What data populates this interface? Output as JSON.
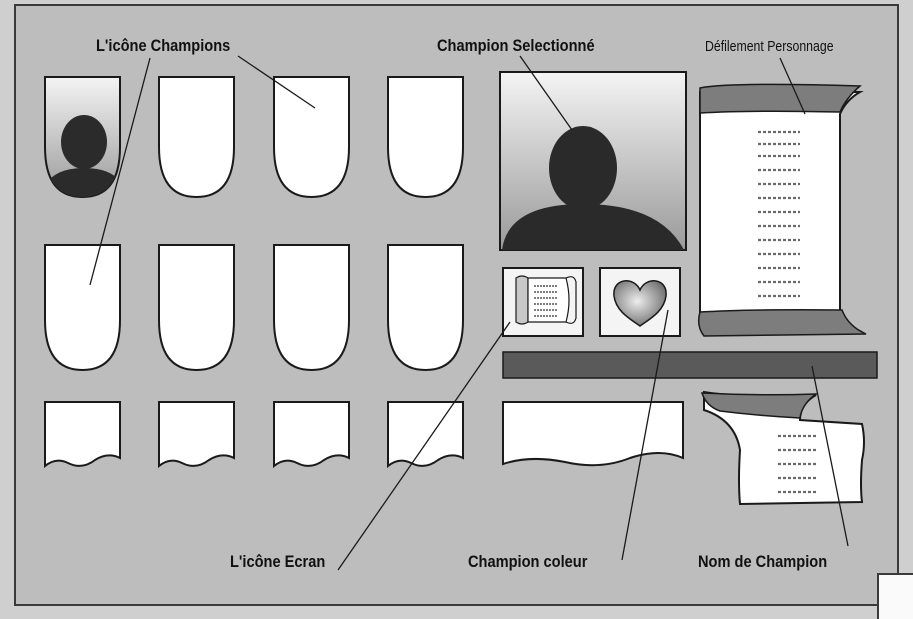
{
  "labels": {
    "icone_champions": "L'icône Champions",
    "champion_selectionne": "Champion Selectionné",
    "defilement_personnage": "Défilement Personnage",
    "icone_ecran": "L'icône Ecran",
    "champion_couleur": "Champion coleur",
    "nom_de_champion": "Nom de Champion"
  },
  "colors": {
    "background": "#bdbdbd",
    "panel_fill": "#ffffff",
    "outline": "#1a1a1a",
    "name_bar": "#5a5a5a",
    "scroll_curl": "#7d7d7d",
    "heart": "#8a8a8a"
  },
  "icons": {
    "champion_portrait": "silhouette-icon",
    "color_swatch": "heart-icon",
    "screen_icon": "scroll-icon"
  }
}
